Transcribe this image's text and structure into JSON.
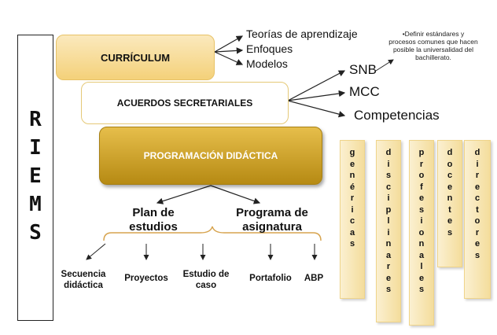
{
  "riems": {
    "letters": [
      "R",
      "I",
      "E",
      "M",
      "S"
    ]
  },
  "curriculum": {
    "label": "CURRÍCULUM",
    "items": [
      "Teorías de aprendizaje",
      "Enfoques",
      "Modelos"
    ]
  },
  "acuerdos": {
    "label": "ACUERDOS SECRETARIALES",
    "items": [
      "SNB",
      "MCC",
      "Competencias"
    ],
    "note": "•Definir estándares y procesos comunes que hacen posible la universalidad del bachillerato."
  },
  "programacion": {
    "label": "PROGRAMACIÓN DIDÁCTICA",
    "branches": [
      "Plan de estudios",
      "Programa de asignatura"
    ]
  },
  "leaves": [
    "Secuencia didáctica",
    "Proyectos",
    "Estudio de caso",
    "Portafolio",
    "ABP"
  ],
  "competencias": [
    "genéricas",
    "disciplinares",
    "profesionales",
    "docentes",
    "directores"
  ]
}
